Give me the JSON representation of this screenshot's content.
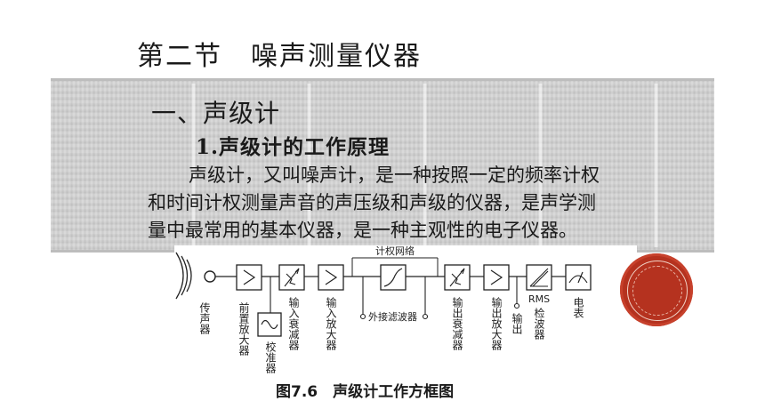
{
  "slide": {
    "section_title": "第二节　噪声测量仪器",
    "heading1": "一、声级计",
    "heading2": "1.声级计的工作原理",
    "paragraph_lines": [
      "声级计，又叫噪声计，是一种按照一定的频率计权",
      "和时间计权测量声音的声压级和声级的仪器，是声学测",
      "量中最常用的基本仪器，是一种主观性的电子仪器。"
    ]
  },
  "figure": {
    "network_label": "计权网络",
    "labels": {
      "microphone": "传声器",
      "preamp": "前置放大器",
      "calibrator": "校准器",
      "input_attenuator": "输入衰减器",
      "input_amp": "输入放大器",
      "external_filter": "外接滤波器",
      "output_attenuator": "输出衰减器",
      "output_amp": "输出放大器",
      "output": "输出",
      "rms_detector_top": "RMS",
      "rms_detector_bottom": "检波器",
      "meter": "电表"
    },
    "caption": "图7.6　声级计工作方框图"
  },
  "colors": {
    "band": "#cfcfcf",
    "stamp": "#b5321f",
    "text": "#1a1a1a"
  }
}
